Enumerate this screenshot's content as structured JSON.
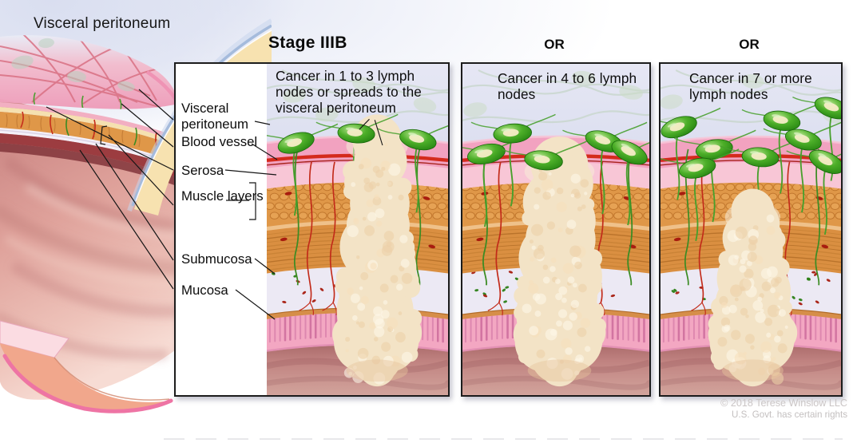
{
  "overview": {
    "label": "Visceral peritoneum"
  },
  "panels": [
    {
      "title": "Stage IIIB",
      "caption": "Cancer in 1 to 3 lymph nodes or spreads to the visceral peritoneum",
      "lymph_nodes_highlighted": 3,
      "wall_labels": [
        "Visceral peritoneum",
        "Blood vessel",
        "Serosa",
        "Muscle layers",
        "Submucosa",
        "Mucosa"
      ]
    },
    {
      "title": "OR",
      "caption": "Cancer in 4 to 6 lymph nodes",
      "lymph_nodes_highlighted": 5
    },
    {
      "title": "OR",
      "caption": "Cancer in 7 or more lymph nodes",
      "lymph_nodes_highlighted": 8
    }
  ],
  "credit": {
    "line1": "© 2018 Terese Winslow LLC",
    "line2": "U.S. Govt. has certain rights"
  },
  "palette": {
    "ink": "#111111",
    "background_lavender": "#d7dbee",
    "node_green": "#4cae28",
    "node_core": "#f6ecc6",
    "tendril": "#47a02c",
    "vessel": "#d42a1c",
    "peritoneum": "#f2a2c0",
    "serosa": "#f8c6d6",
    "muscle": "#df9748",
    "submucosa": "#ece9f4",
    "speck_red": "#a81c0f",
    "speck_green": "#2c7f16",
    "mm": "#d68e49",
    "mucosa": "#f3a7c2",
    "mucosa_line": "#d67ca8",
    "lumen": "#b07270",
    "tumor": "#f3e3c6",
    "credit_gray": "#c9c5c5"
  }
}
